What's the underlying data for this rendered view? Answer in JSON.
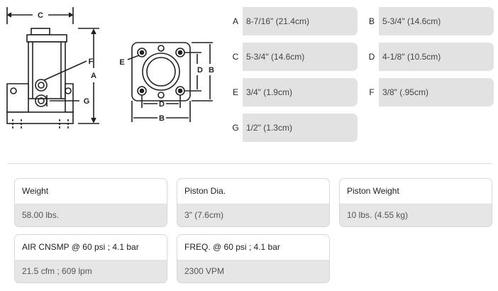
{
  "drawing": {
    "labels": [
      "C",
      "F",
      "A",
      "G",
      "E",
      "D",
      "B",
      "D",
      "B"
    ]
  },
  "dimensions": [
    {
      "letter": "A",
      "value": "8-7/16\" (21.4cm)"
    },
    {
      "letter": "B",
      "value": "5-3/4\" (14.6cm)"
    },
    {
      "letter": "C",
      "value": "5-3/4\" (14.6cm)"
    },
    {
      "letter": "D",
      "value": "4-1/8\" (10.5cm)"
    },
    {
      "letter": "E",
      "value": "3/4\" (1.9cm)"
    },
    {
      "letter": "F",
      "value": "3/8\" (.95cm)"
    },
    {
      "letter": "G",
      "value": "1/2\" (1.3cm)"
    }
  ],
  "specs": [
    {
      "label": "Weight",
      "value": "58.00 lbs."
    },
    {
      "label": "Piston Dia.",
      "value": "3\" (7.6cm)"
    },
    {
      "label": "Piston Weight",
      "value": "10 lbs. (4.55 kg)"
    },
    {
      "label": "AIR CNSMP @ 60 psi ; 4.1 bar",
      "value": "21.5 cfm ; 609 lpm"
    },
    {
      "label": "FREQ. @ 60 psi ; 4.1 bar",
      "value": "2300 VPM"
    }
  ]
}
